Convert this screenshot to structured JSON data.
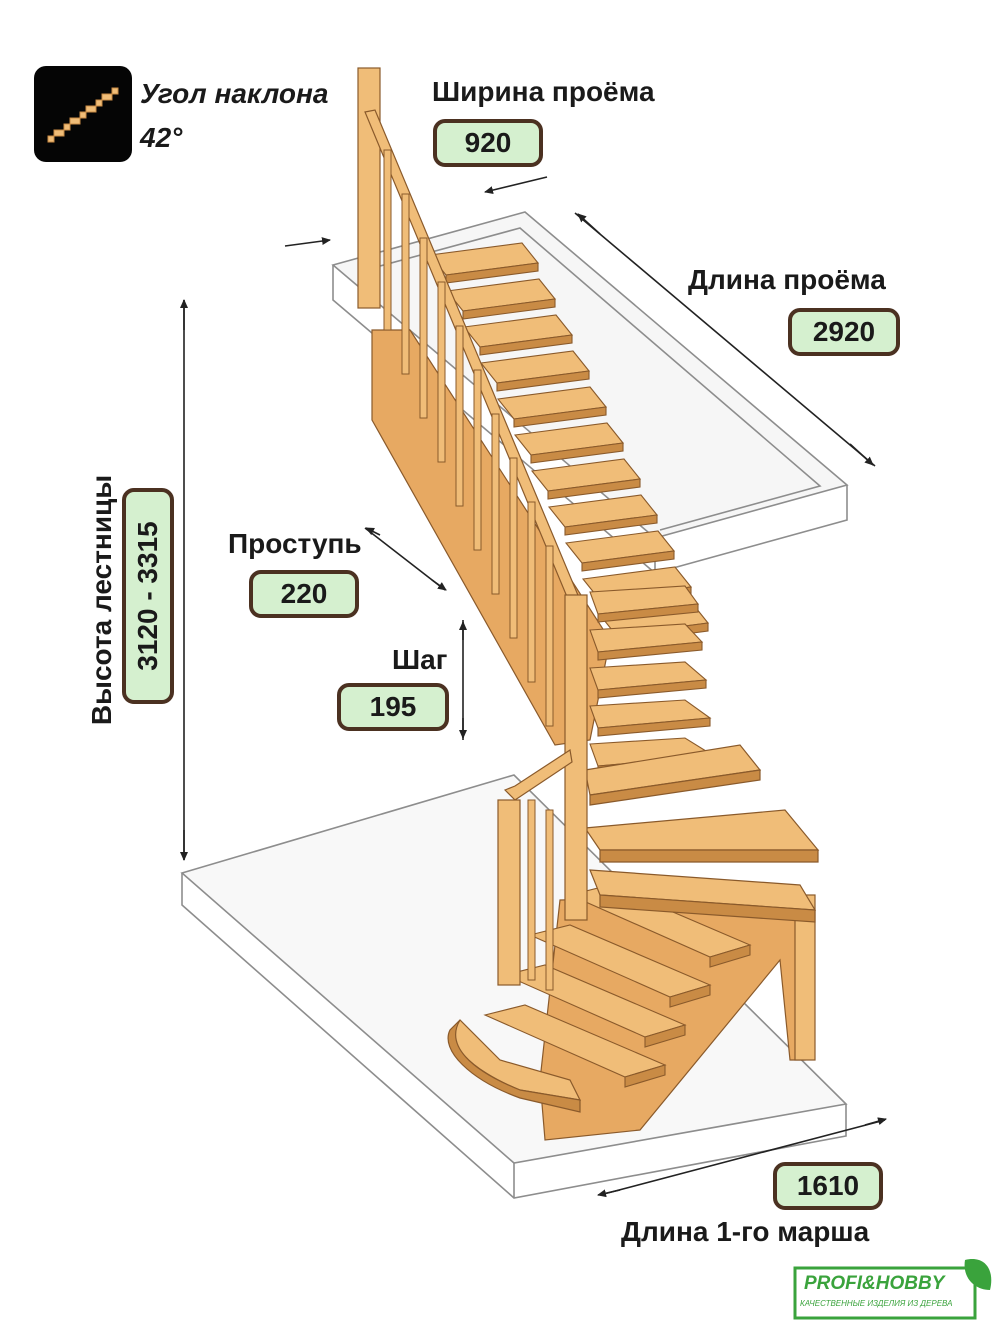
{
  "angle": {
    "label": "Угол наклона",
    "value": "42°"
  },
  "opening_width": {
    "label": "Ширина проёма",
    "value": "920"
  },
  "opening_length": {
    "label": "Длина проёма",
    "value": "2920"
  },
  "stair_height": {
    "label": "Высота лестницы",
    "value": "3120 - 3315"
  },
  "tread_depth": {
    "label": "Проступь",
    "value": "220"
  },
  "step_rise": {
    "label": "Шаг",
    "value": "195"
  },
  "first_flight_length": {
    "label": "Длина 1-го марша",
    "value": "1610"
  },
  "brand": {
    "name": "PROFI&HOBBY",
    "tagline": "КАЧЕСТВЕННЫЕ ИЗДЕЛИЯ ИЗ ДЕРЕВА"
  },
  "colors": {
    "wood": "#f0bd78",
    "wood_dark": "#c98b45",
    "wood_edge": "#8a5a2b",
    "label_fill": "#d5f0cf",
    "label_border": "#4b3121",
    "outline": "#7a7a7a",
    "brand_green": "#3aa33c"
  },
  "icons": [
    "stairs-icon",
    "leaf-icon"
  ]
}
